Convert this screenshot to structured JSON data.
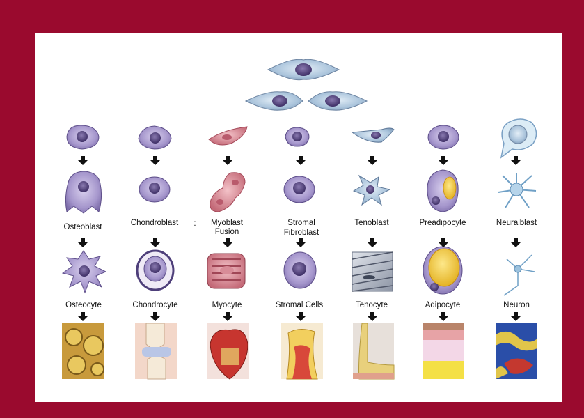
{
  "colors": {
    "frame": "#9a0a2e",
    "panel": "#ffffff",
    "cell_purple": "#9b8bc4",
    "cell_blue": "#a9c4dd",
    "arrow": "#111111"
  },
  "stem_cells": {
    "top": "mesenchymal-stem-cell-image",
    "dividing": "dividing-stem-cells-image"
  },
  "columns": [
    {
      "id": "osteo",
      "stage1": "Osteoblast",
      "stage2": "Osteocyte",
      "tissue_icon": "bone-tissue-image"
    },
    {
      "id": "chondro",
      "stage1": "Chondroblast",
      "stage2": "Chondrocyte",
      "tissue_icon": "knee-joint-cartilage-image"
    },
    {
      "id": "myo",
      "stage1_line1": "Myoblast",
      "stage1_line2": "Fusion",
      "stage2": "Myocyte",
      "tissue_icon": "heart-muscle-image"
    },
    {
      "id": "stromal",
      "stage1_line1": "Stromal",
      "stage1_line2": "Fibroblast",
      "stage2": "Stromal Cells",
      "tissue_icon": "bone-marrow-image"
    },
    {
      "id": "teno",
      "stage1": "Tenoblast",
      "stage2": "Tenocyte",
      "tissue_icon": "tendon-foot-image"
    },
    {
      "id": "adipo",
      "stage1": "Preadipocyte",
      "stage2": "Adipocyte",
      "tissue_icon": "fat-tissue-layers-image"
    },
    {
      "id": "neuro",
      "stage1": "Neuralblast",
      "stage2": "Neuron",
      "tissue_icon": "brain-tissue-image"
    }
  ],
  "separator_mark": ":"
}
